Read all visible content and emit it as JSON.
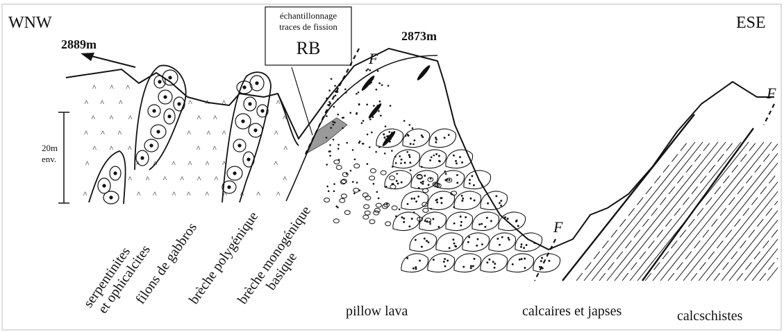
{
  "orientation": {
    "left": "WNW",
    "right": "ESE"
  },
  "elevations": {
    "peak_left": "2889m",
    "peak_center": "2873m"
  },
  "scale_bar": {
    "line1": "20m",
    "line2": "env."
  },
  "sample_box": {
    "line1": "échantillonnage",
    "line2": "traces de fission",
    "code": "RB"
  },
  "fault_label": "F",
  "units": [
    {
      "line1": "serpentinites",
      "line2": "et ophicalcites"
    },
    {
      "line1": "filons de gabbros",
      "line2": ""
    },
    {
      "line1": "brèche polygénique",
      "line2": ""
    },
    {
      "line1": "brèche monogénique",
      "line2": "basique"
    }
  ],
  "bottom_labels": {
    "pillow": "pillow lava",
    "calcaires": "calcaires et japses",
    "calcschistes": "calcschistes"
  }
}
